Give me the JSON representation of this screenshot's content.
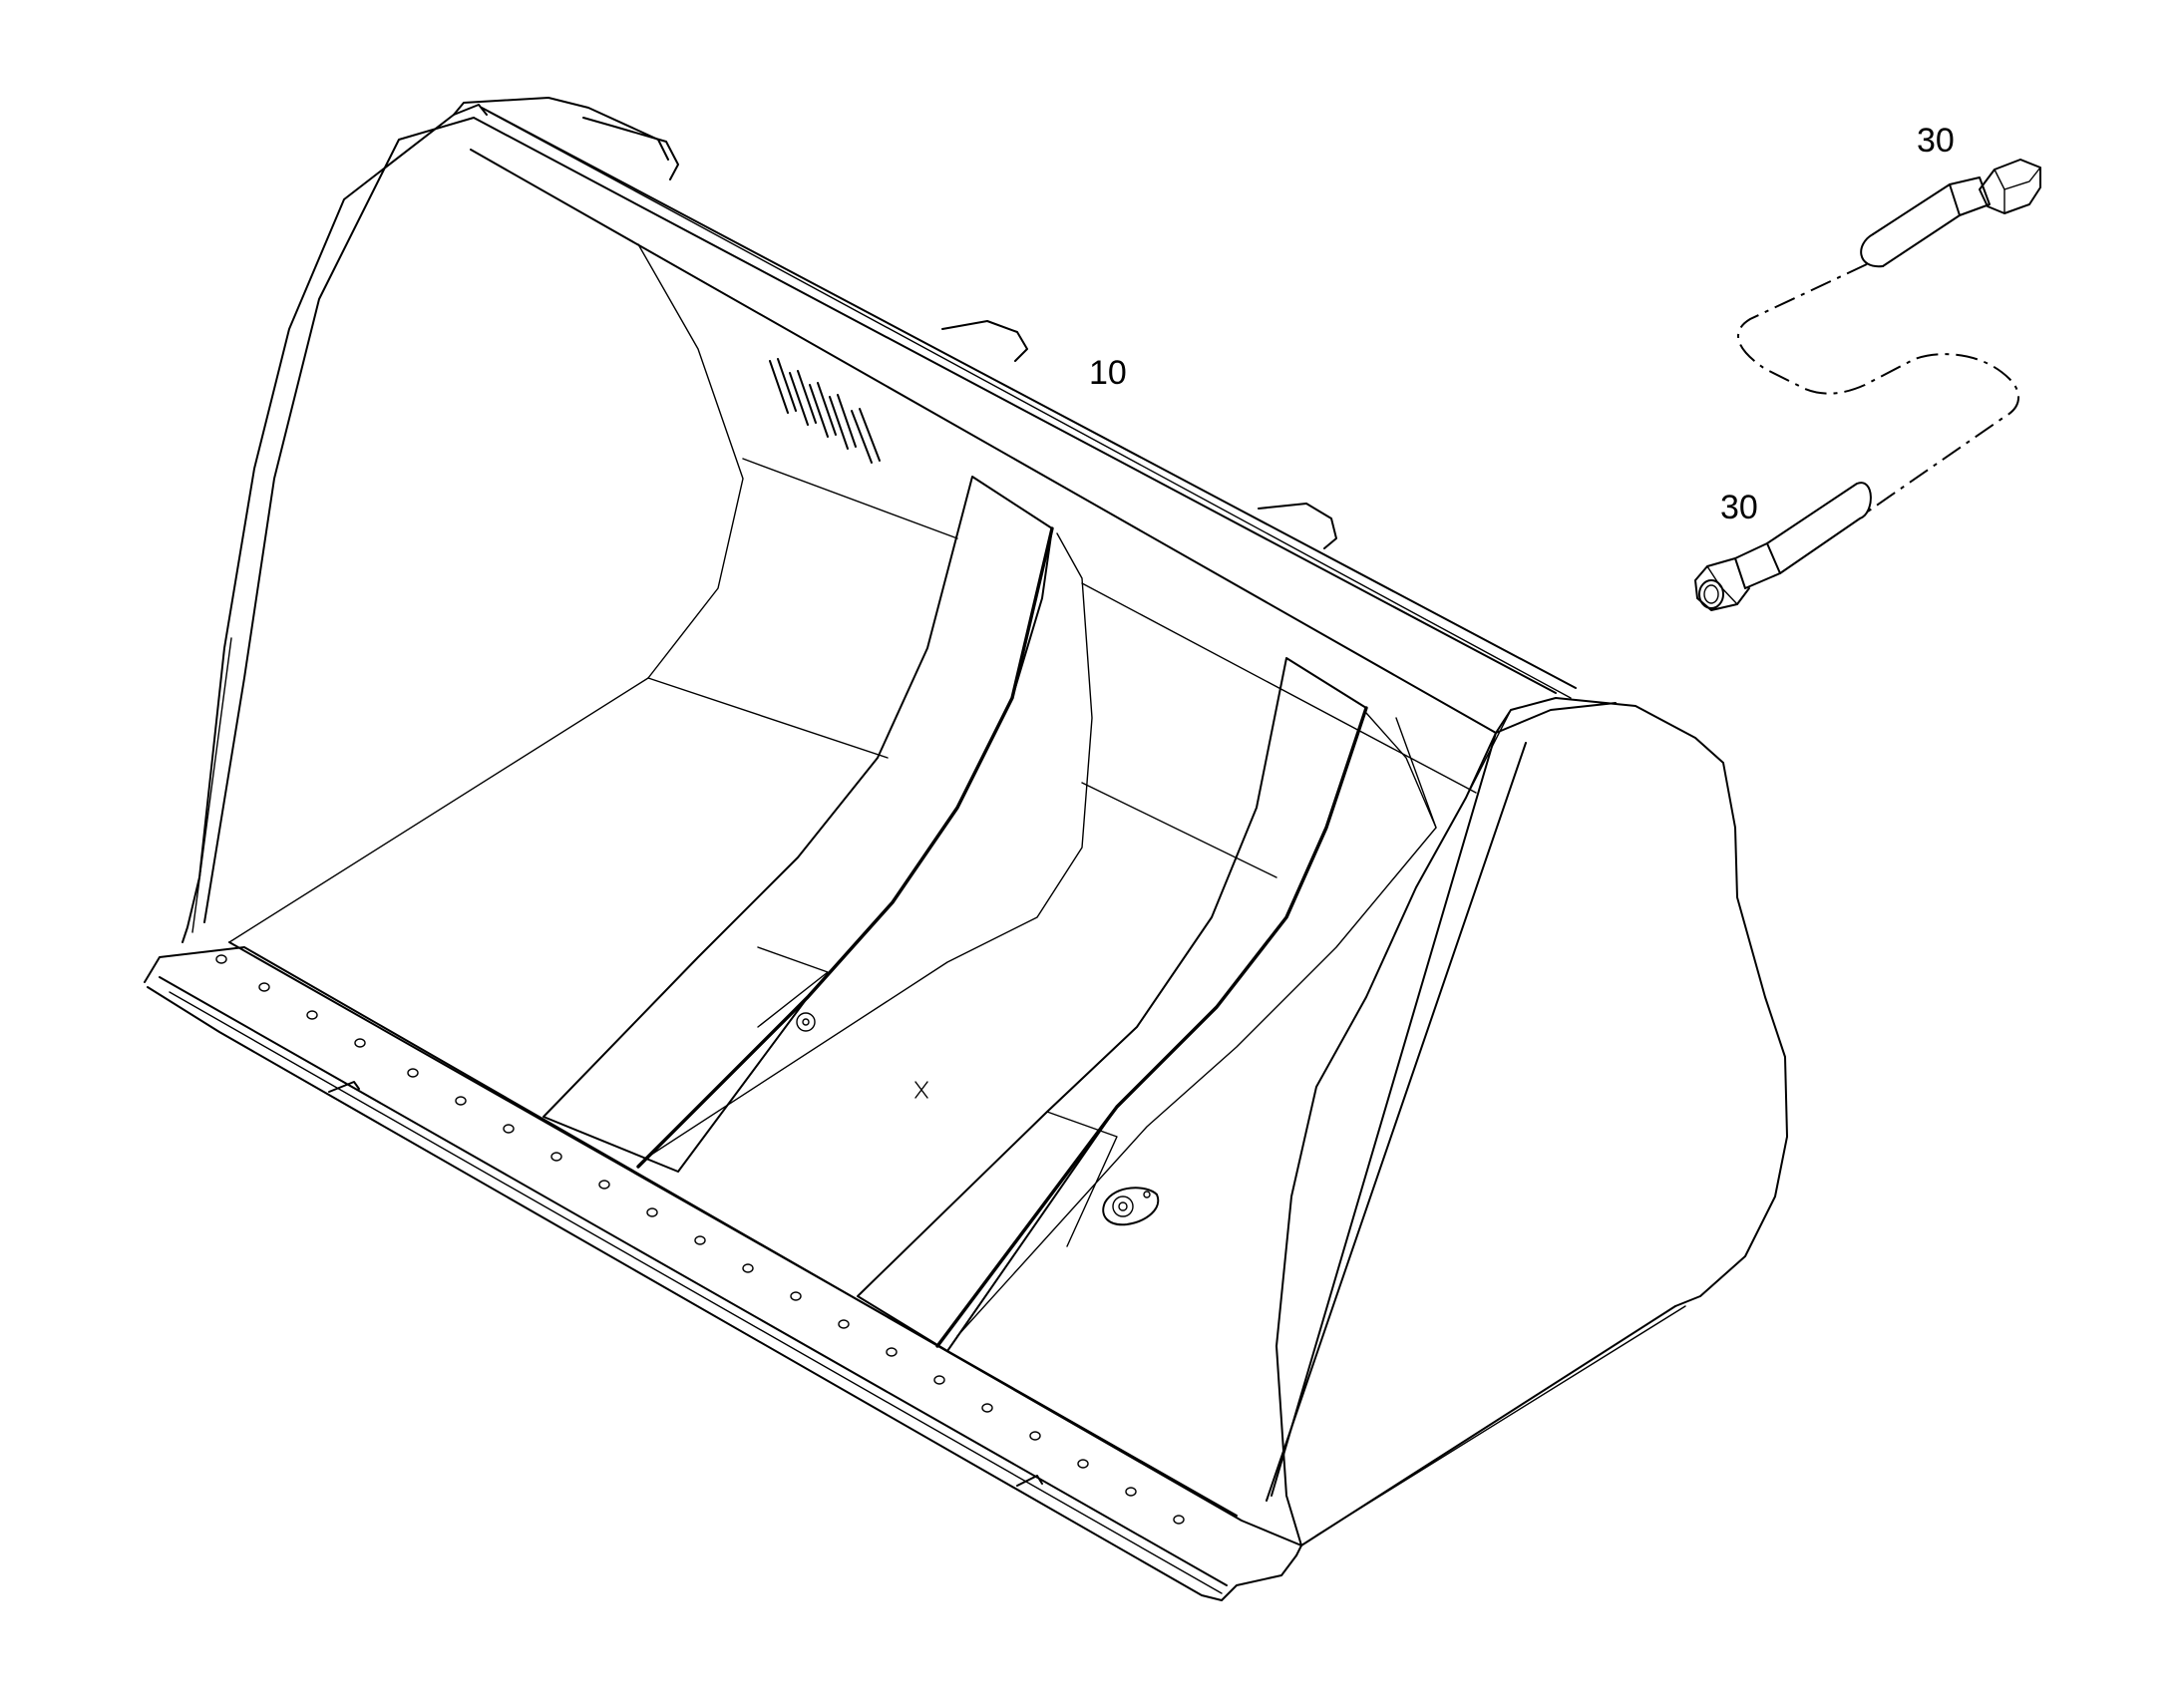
{
  "callouts": {
    "bucket": "10",
    "hose_upper": "30",
    "hose_lower": "30"
  }
}
